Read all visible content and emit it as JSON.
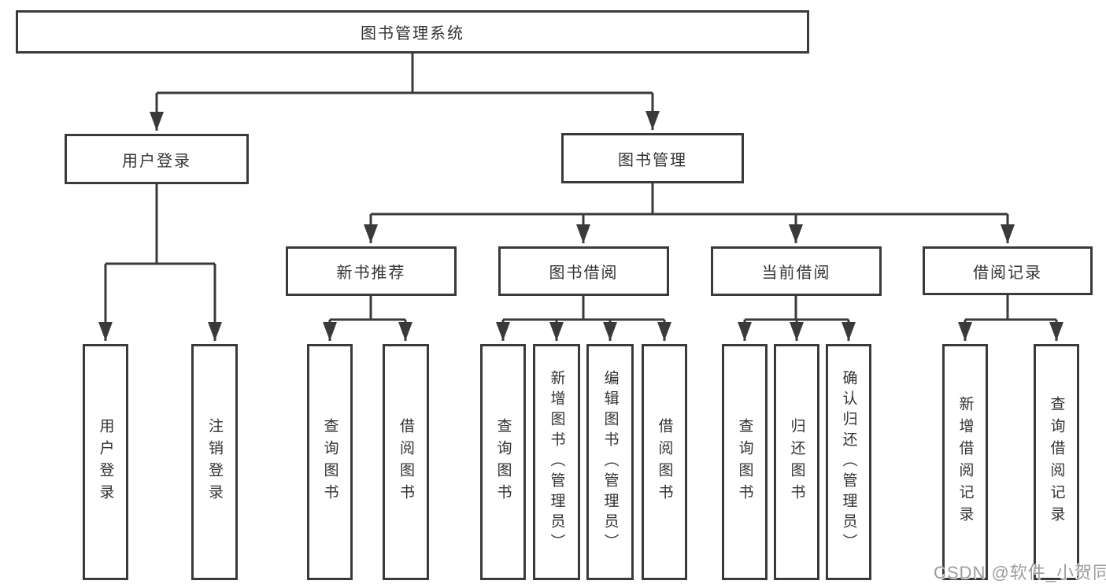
{
  "tree": {
    "label": "图书管理系统",
    "children": [
      {
        "label": "用户登录",
        "children": [
          {
            "label": "用户登录"
          },
          {
            "label": "注销登录"
          }
        ]
      },
      {
        "label": "图书管理",
        "children": [
          {
            "label": "新书推荐",
            "children": [
              {
                "label": "查询图书"
              },
              {
                "label": "借阅图书"
              }
            ]
          },
          {
            "label": "图书借阅",
            "children": [
              {
                "label": "查询图书"
              },
              {
                "label": "新增图书（管理员）"
              },
              {
                "label": "编辑图书（管理员）"
              },
              {
                "label": "借阅图书"
              }
            ]
          },
          {
            "label": "当前借阅",
            "children": [
              {
                "label": "查询图书"
              },
              {
                "label": "归还图书"
              },
              {
                "label": "确认归还（管理员）"
              }
            ]
          },
          {
            "label": "借阅记录",
            "children": [
              {
                "label": "新增借阅记录"
              },
              {
                "label": "查询借阅记录"
              }
            ]
          }
        ]
      }
    ]
  },
  "watermark": "CSDN @软件_小贺同学",
  "colors": {
    "line": "#3a3a3a",
    "text": "#333333",
    "watermark": "#9c9c9c",
    "background": "#ffffff"
  }
}
